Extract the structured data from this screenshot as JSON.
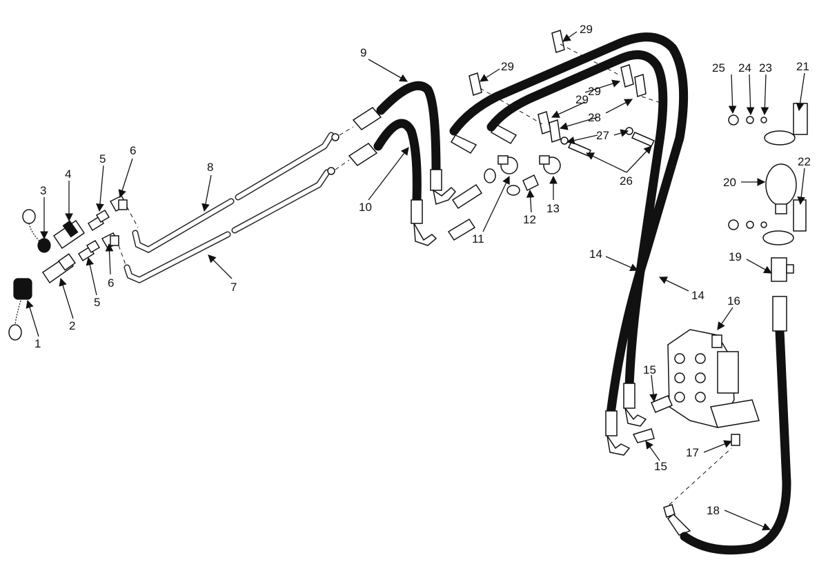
{
  "callouts": [
    "1",
    "2",
    "3",
    "4",
    "5",
    "5",
    "6",
    "6",
    "7",
    "8",
    "9",
    "10",
    "11",
    "12",
    "13",
    "14",
    "14",
    "15",
    "15",
    "16",
    "17",
    "18",
    "19",
    "20",
    "21",
    "22",
    "23",
    "24",
    "25",
    "26",
    "27",
    "28",
    "29",
    "29",
    "29",
    "29"
  ]
}
